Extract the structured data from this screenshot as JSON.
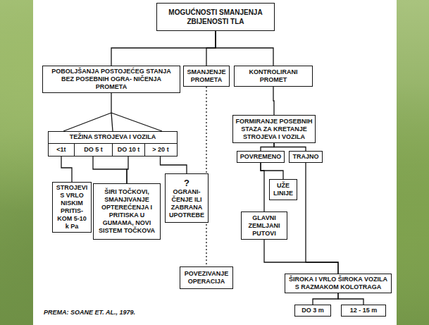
{
  "diagram": {
    "nodes": [
      {
        "text": [
          "MOGUĆNOSTI SMANJENJA ZBIJENOSTI TLA"
        ]
      },
      {
        "text": [
          "POBOLJŠANJA POSTOJEĆEG STANJA BEZ POSEBNIH OGRA- NIČENJA PROMETA"
        ]
      },
      {
        "text": [
          "SMANJENJE PROMETA"
        ]
      },
      {
        "text": [
          "KONTROLIRANI PROMET"
        ]
      },
      {
        "text": [
          "TEŽINA STROJEVA I VOZILA"
        ]
      },
      {
        "text": [
          "<1t"
        ],
        "in": 4
      },
      {
        "text": [
          "DO 5 t"
        ],
        "in": 4
      },
      {
        "text": [
          "DO 10 t"
        ],
        "in": 4
      },
      {
        "text": [
          "> 20 t"
        ],
        "in": 4
      },
      {
        "text": [
          "STROJEVI S VRLO NISKIM PRITIS- KOM 5-10 k Pa"
        ]
      },
      {
        "text": [
          "ŠIRI TOČKOVI, SMANJIVANJE OPTEREĆENJA I PRITISKA U GUMAMA, NOVI SISTEM TOČKOVA"
        ]
      },
      {
        "text": [
          "?",
          "OGRANI- ČENJE ILI ZABRANA UPOTREBE"
        ]
      },
      {
        "text": [
          "POVEZIVANJE OPERACIJA"
        ]
      },
      {
        "text": [
          "FORMIRANJE POSEBNIH STAZA ZA KRETANJE STROJEVA I VOZILA"
        ]
      },
      {
        "text": [
          "POVREMENO"
        ]
      },
      {
        "text": [
          "TRAJNO"
        ]
      },
      {
        "text": [
          "UŽE LINIJE"
        ]
      },
      {
        "text": [
          "GLAVNI ZEMLJANI PUTOVI"
        ]
      },
      {
        "text": [
          "ŠIROKA I VRLO ŠIROKA VOZILA S RAZMAKOM KOLOTRAGA"
        ]
      },
      {
        "text": [
          "DO 3 m"
        ]
      },
      {
        "text": [
          "12 - 15 m"
        ]
      }
    ],
    "edges": [
      {
        "from": 0,
        "to": 1,
        "arrow": "none"
      },
      {
        "from": 0,
        "to": 2,
        "arrow": "none"
      },
      {
        "from": 0,
        "to": 3,
        "arrow": "none"
      },
      {
        "from": 1,
        "to": 4,
        "arrow": "none"
      },
      {
        "from": 5,
        "to": 9,
        "arrow": "none"
      },
      {
        "from": 6,
        "to": 10,
        "arrow": "none"
      },
      {
        "from": 7,
        "to": 10,
        "arrow": "none"
      },
      {
        "from": 8,
        "to": 11,
        "arrow": "none"
      },
      {
        "from": 2,
        "to": 12,
        "arrow": "none"
      },
      {
        "from": 3,
        "to": 13,
        "arrow": "none"
      },
      {
        "from": 13,
        "to": 14,
        "arrow": "none"
      },
      {
        "from": 13,
        "to": 15,
        "arrow": "none"
      },
      {
        "from": 14,
        "to": 16,
        "arrow": "none"
      },
      {
        "from": 14,
        "to": 17,
        "arrow": "none"
      },
      {
        "from": 15,
        "to": 18,
        "arrow": "none"
      },
      {
        "from": 17,
        "to": 18,
        "arrow": "none"
      },
      {
        "from": 18,
        "to": 19,
        "arrow": "none"
      },
      {
        "from": 18,
        "to": 20,
        "arrow": "none"
      }
    ],
    "labels": [
      "PREMA: SOANE ET. AL., 1979."
    ]
  }
}
